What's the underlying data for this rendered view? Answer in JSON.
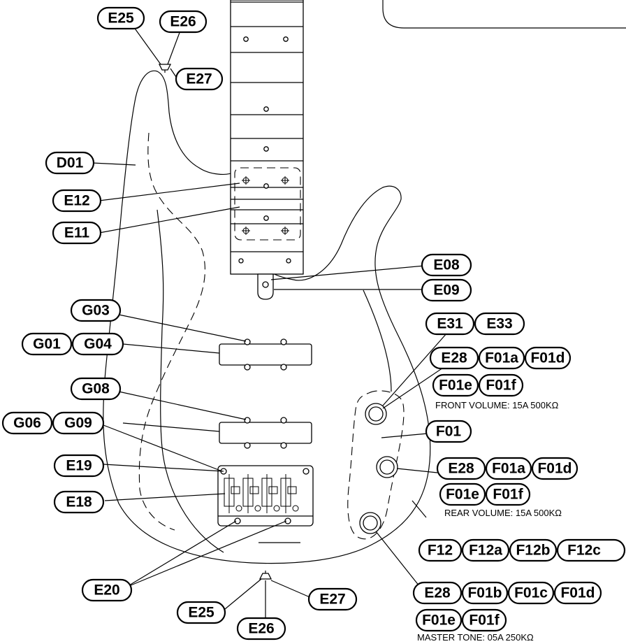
{
  "labels": {
    "E25_top": "E25",
    "E26_top": "E26",
    "E27_top": "E27",
    "D01": "D01",
    "E12": "E12",
    "E11": "E11",
    "E08": "E08",
    "E09": "E09",
    "G03": "G03",
    "G01": "G01",
    "G04": "G04",
    "G08": "G08",
    "G06": "G06",
    "G09": "G09",
    "E19": "E19",
    "E18": "E18",
    "E20": "E20",
    "E25_bot": "E25",
    "E26_bot": "E26",
    "E27_bot": "E27",
    "E31": "E31",
    "E33": "E33",
    "E28_a": "E28",
    "F01a_a": "F01a",
    "F01d_a": "F01d",
    "F01e_a": "F01e",
    "F01f_a": "F01f",
    "F01": "F01",
    "E28_b": "E28",
    "F01a_b": "F01a",
    "F01d_b": "F01d",
    "F01e_b": "F01e",
    "F01f_b": "F01f",
    "F12": "F12",
    "F12a": "F12a",
    "F12b": "F12b",
    "F12c": "F12c",
    "E28_c": "E28",
    "F01b_c": "F01b",
    "F01c_c": "F01c",
    "F01d_c": "F01d",
    "F01e_c": "F01e",
    "F01f_c": "F01f"
  },
  "specs": {
    "front_volume": "FRONT VOLUME: 15A 500KΩ",
    "rear_volume": "REAR VOLUME: 15A 500KΩ",
    "master_tone": "MASTER TONE: 05A 250KΩ"
  }
}
